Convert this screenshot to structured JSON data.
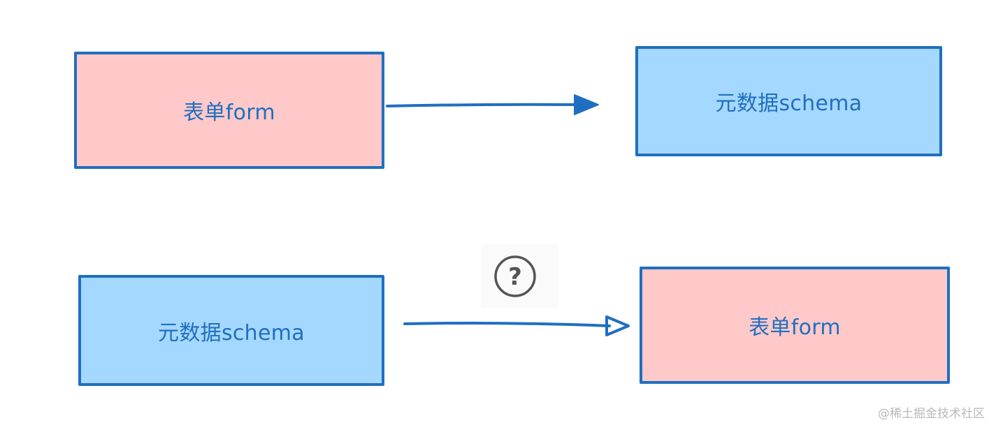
{
  "diagram": {
    "top_row": {
      "source_label": "表单form",
      "target_label": "元数据schema"
    },
    "bottom_row": {
      "source_label": "元数据schema",
      "target_label": "表单form"
    },
    "question_mark": "?"
  },
  "watermark": "@稀土掘金技术社区",
  "colors": {
    "stroke": "#1f6fc0",
    "pink_fill": "#ffc9c9",
    "blue_fill": "#a5d8ff",
    "question_gray": "#555555"
  },
  "icons": {
    "question": "question-circle-icon",
    "arrow": "arrow-right-icon"
  }
}
